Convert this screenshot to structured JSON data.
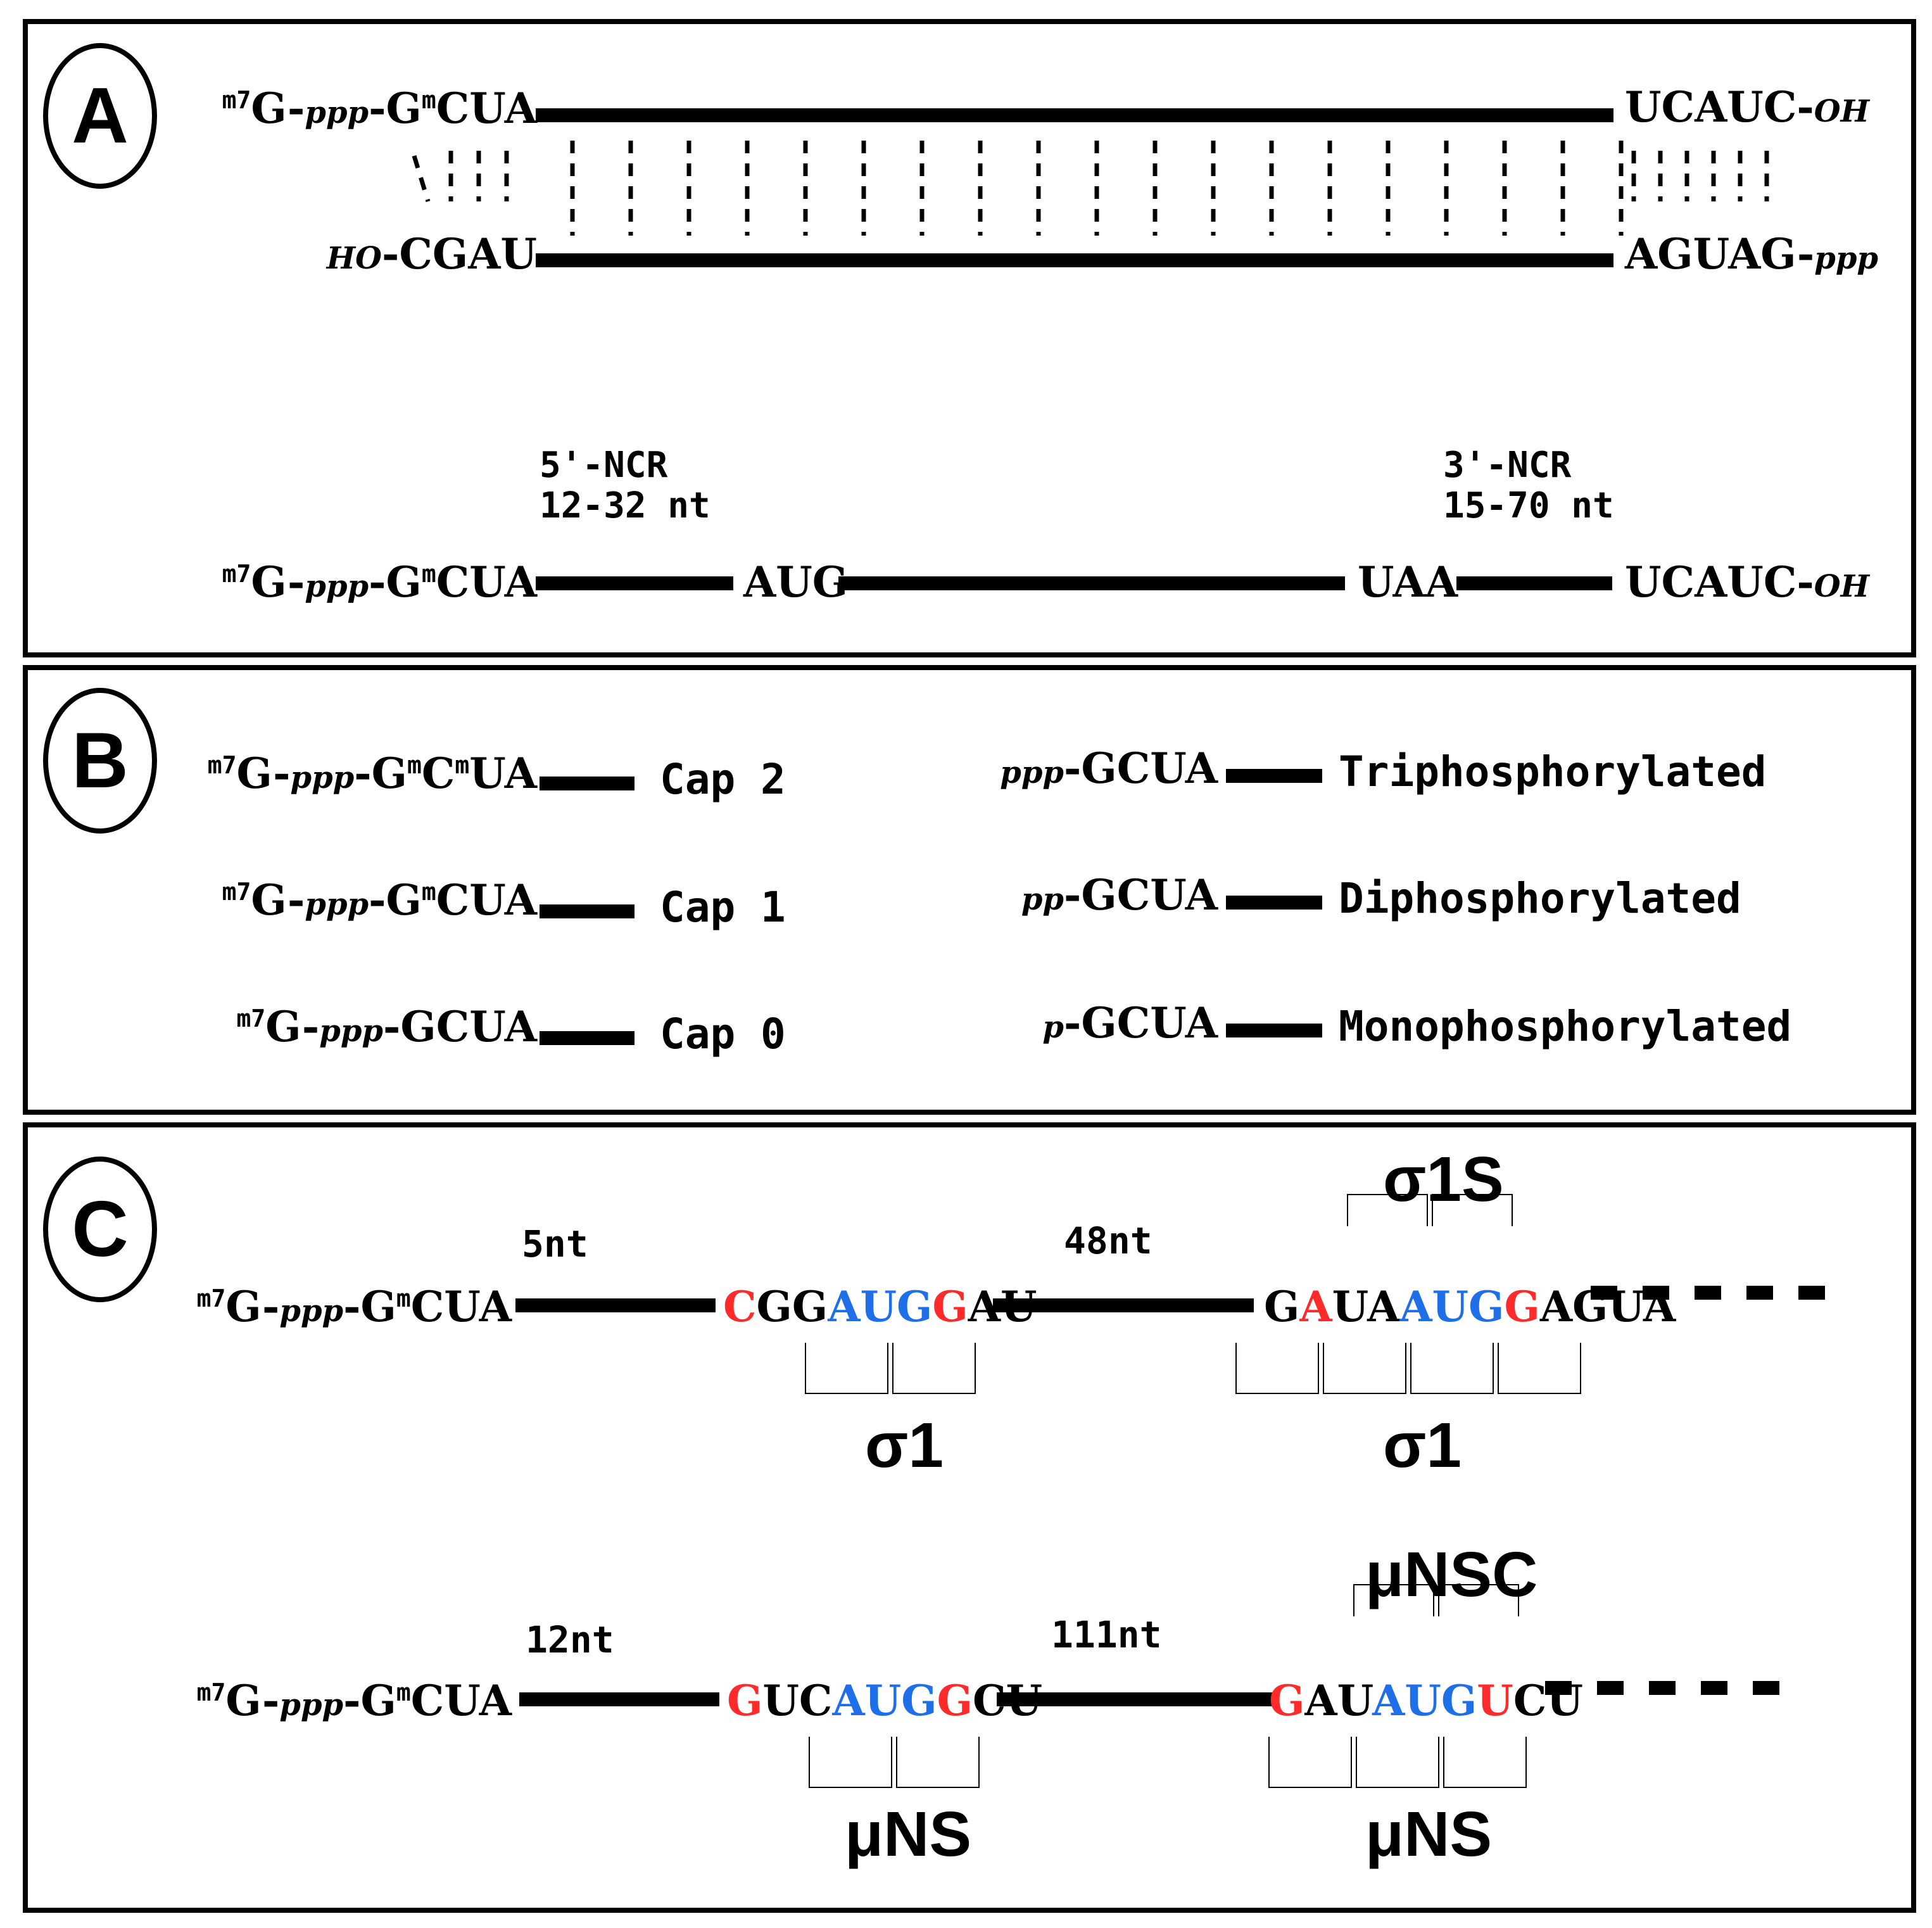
{
  "panels": {
    "a": {
      "badge": "A",
      "top_strand": {
        "m7": "m7",
        "left_main": "G-",
        "left_ppp": "ppp",
        "left_mid": "-G",
        "gm": "m",
        "left_end": "CUA",
        "right": "UCAUC-",
        "right_oh": "OH"
      },
      "bottom_strand": {
        "ho": "HO",
        "left": "-CGAU",
        "right": "AGUAG-",
        "right_ppp": "ppp"
      },
      "ncr5": {
        "line1": "5'-NCR",
        "line2": "12-32 nt"
      },
      "ncr3": {
        "line1": "3'-NCR",
        "line2": "15-70 nt"
      },
      "mrna": {
        "m7": "m7",
        "left_main": "G-",
        "left_ppp": "ppp",
        "left_mid": "-G",
        "gm": "m",
        "left_end": "CUA",
        "start_codon": "AUG",
        "stop_codon": "UAA",
        "right": "UCAUC-",
        "right_oh": "OH"
      }
    },
    "b": {
      "badge": "B",
      "caps": [
        {
          "m7": "m7",
          "pre": "G-",
          "ppp": "ppp",
          "mid": "-G",
          "sup1": "m",
          "c": "C",
          "sup2": "m",
          "end": "UA",
          "label": "Cap 2"
        },
        {
          "m7": "m7",
          "pre": "G-",
          "ppp": "ppp",
          "mid": "-G",
          "sup1": "m",
          "end": "CUA",
          "label": "Cap 1"
        },
        {
          "m7": "m7",
          "pre": "G-",
          "ppp": "ppp",
          "end": "-GCUA",
          "label": "Cap 0"
        }
      ],
      "phos": [
        {
          "prefix": "ppp",
          "seq": "-GCUA",
          "label": "Triphosphorylated"
        },
        {
          "prefix": "pp",
          "seq": "-GCUA",
          "label": "Diphosphorylated"
        },
        {
          "prefix": "p",
          "seq": "-GCUA",
          "label": "Monophosphorylated"
        }
      ]
    },
    "c": {
      "badge": "C",
      "row1": {
        "m7": "m7",
        "pre": "G-",
        "ppp": "ppp",
        "mid": "-G",
        "sup": "m",
        "end": "CUA",
        "gap1": "5nt",
        "ctx1": [
          {
            "t": "C",
            "c": "red"
          },
          {
            "t": "GG",
            "c": ""
          },
          {
            "t": "AUG",
            "c": "blue"
          },
          {
            "t": "G",
            "c": "red"
          },
          {
            "t": "AU",
            "c": ""
          }
        ],
        "gap2": "48nt",
        "ctx2": [
          {
            "t": "G",
            "c": ""
          },
          {
            "t": "A",
            "c": "red"
          },
          {
            "t": "UA",
            "c": ""
          },
          {
            "t": "AUG",
            "c": "blue"
          },
          {
            "t": "G",
            "c": "red"
          },
          {
            "t": "AGUA",
            "c": ""
          }
        ],
        "label_top": "σ1S",
        "label_bot1": "σ1",
        "label_bot2": "σ1"
      },
      "row2": {
        "m7": "m7",
        "pre": "G-",
        "ppp": "ppp",
        "mid": "-G",
        "sup": "m",
        "end": "CUA",
        "gap1": "12nt",
        "ctx1": [
          {
            "t": "G",
            "c": "red"
          },
          {
            "t": "UC",
            "c": ""
          },
          {
            "t": "AUG",
            "c": "blue"
          },
          {
            "t": "G",
            "c": "red"
          },
          {
            "t": "CU",
            "c": ""
          }
        ],
        "gap2": "111nt",
        "ctx2": [
          {
            "t": "G",
            "c": "red"
          },
          {
            "t": "AU",
            "c": ""
          },
          {
            "t": "AUG",
            "c": "blue"
          },
          {
            "t": "U",
            "c": "red"
          },
          {
            "t": "CU",
            "c": ""
          }
        ],
        "label_top": "μNSC",
        "label_bot1": "μNS",
        "label_bot2": "μNS"
      }
    }
  },
  "colors": {
    "red": "#ff2a2a",
    "blue": "#1e6fe8",
    "ink": "#000000"
  }
}
